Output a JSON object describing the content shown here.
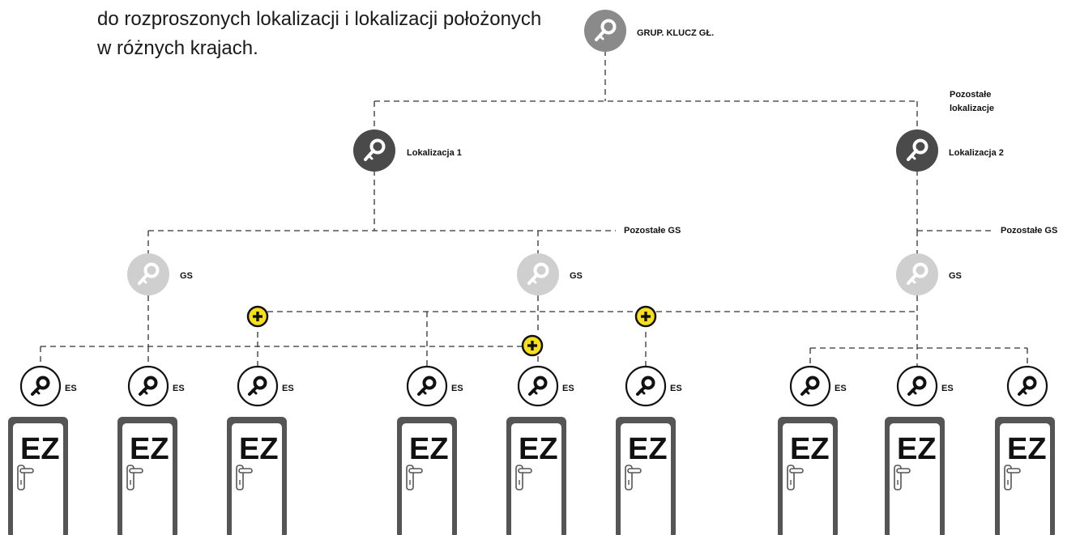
{
  "intro": {
    "line1": "do rozproszonych lokalizacji i lokalizacji położonych",
    "line2": "w różnych krajach."
  },
  "colors": {
    "master_key": "#8a8a8a",
    "location_key": "#4a4a4a",
    "group_key": "#cfcfcf",
    "plus_badge": "#f7e01a",
    "door": "#555555"
  },
  "nodes": {
    "master": {
      "label": "GRUP. KLUCZ GŁ.",
      "icon": "key-icon"
    },
    "other_locations": "Pozostałe\nlokalizacje",
    "other_locations_line1": "Pozostałe",
    "other_locations_line2": "lokalizacje",
    "location1": {
      "label": "Lokalizacja 1",
      "icon": "key-icon"
    },
    "location2": {
      "label": "Lokalizacja 2",
      "icon": "key-icon"
    },
    "other_gs_1": "Pozostałe GS",
    "other_gs_2": "Pozostałe GS",
    "group_keys": [
      {
        "label": "GS"
      },
      {
        "label": "GS"
      },
      {
        "label": "GS"
      }
    ],
    "single_keys": [
      {
        "label": "ES"
      },
      {
        "label": "ES"
      },
      {
        "label": "ES"
      },
      {
        "label": "ES"
      },
      {
        "label": "ES"
      },
      {
        "label": "ES"
      },
      {
        "label": "ES"
      },
      {
        "label": "ES"
      },
      {
        "label": ""
      }
    ],
    "doors": [
      {
        "label": "EZ"
      },
      {
        "label": "EZ"
      },
      {
        "label": "EZ"
      },
      {
        "label": "EZ"
      },
      {
        "label": "EZ"
      },
      {
        "label": "EZ"
      },
      {
        "label": "EZ"
      },
      {
        "label": "EZ"
      },
      {
        "label": "EZ"
      }
    ],
    "plus_badges": [
      "plus-icon",
      "plus-icon",
      "plus-icon"
    ]
  }
}
